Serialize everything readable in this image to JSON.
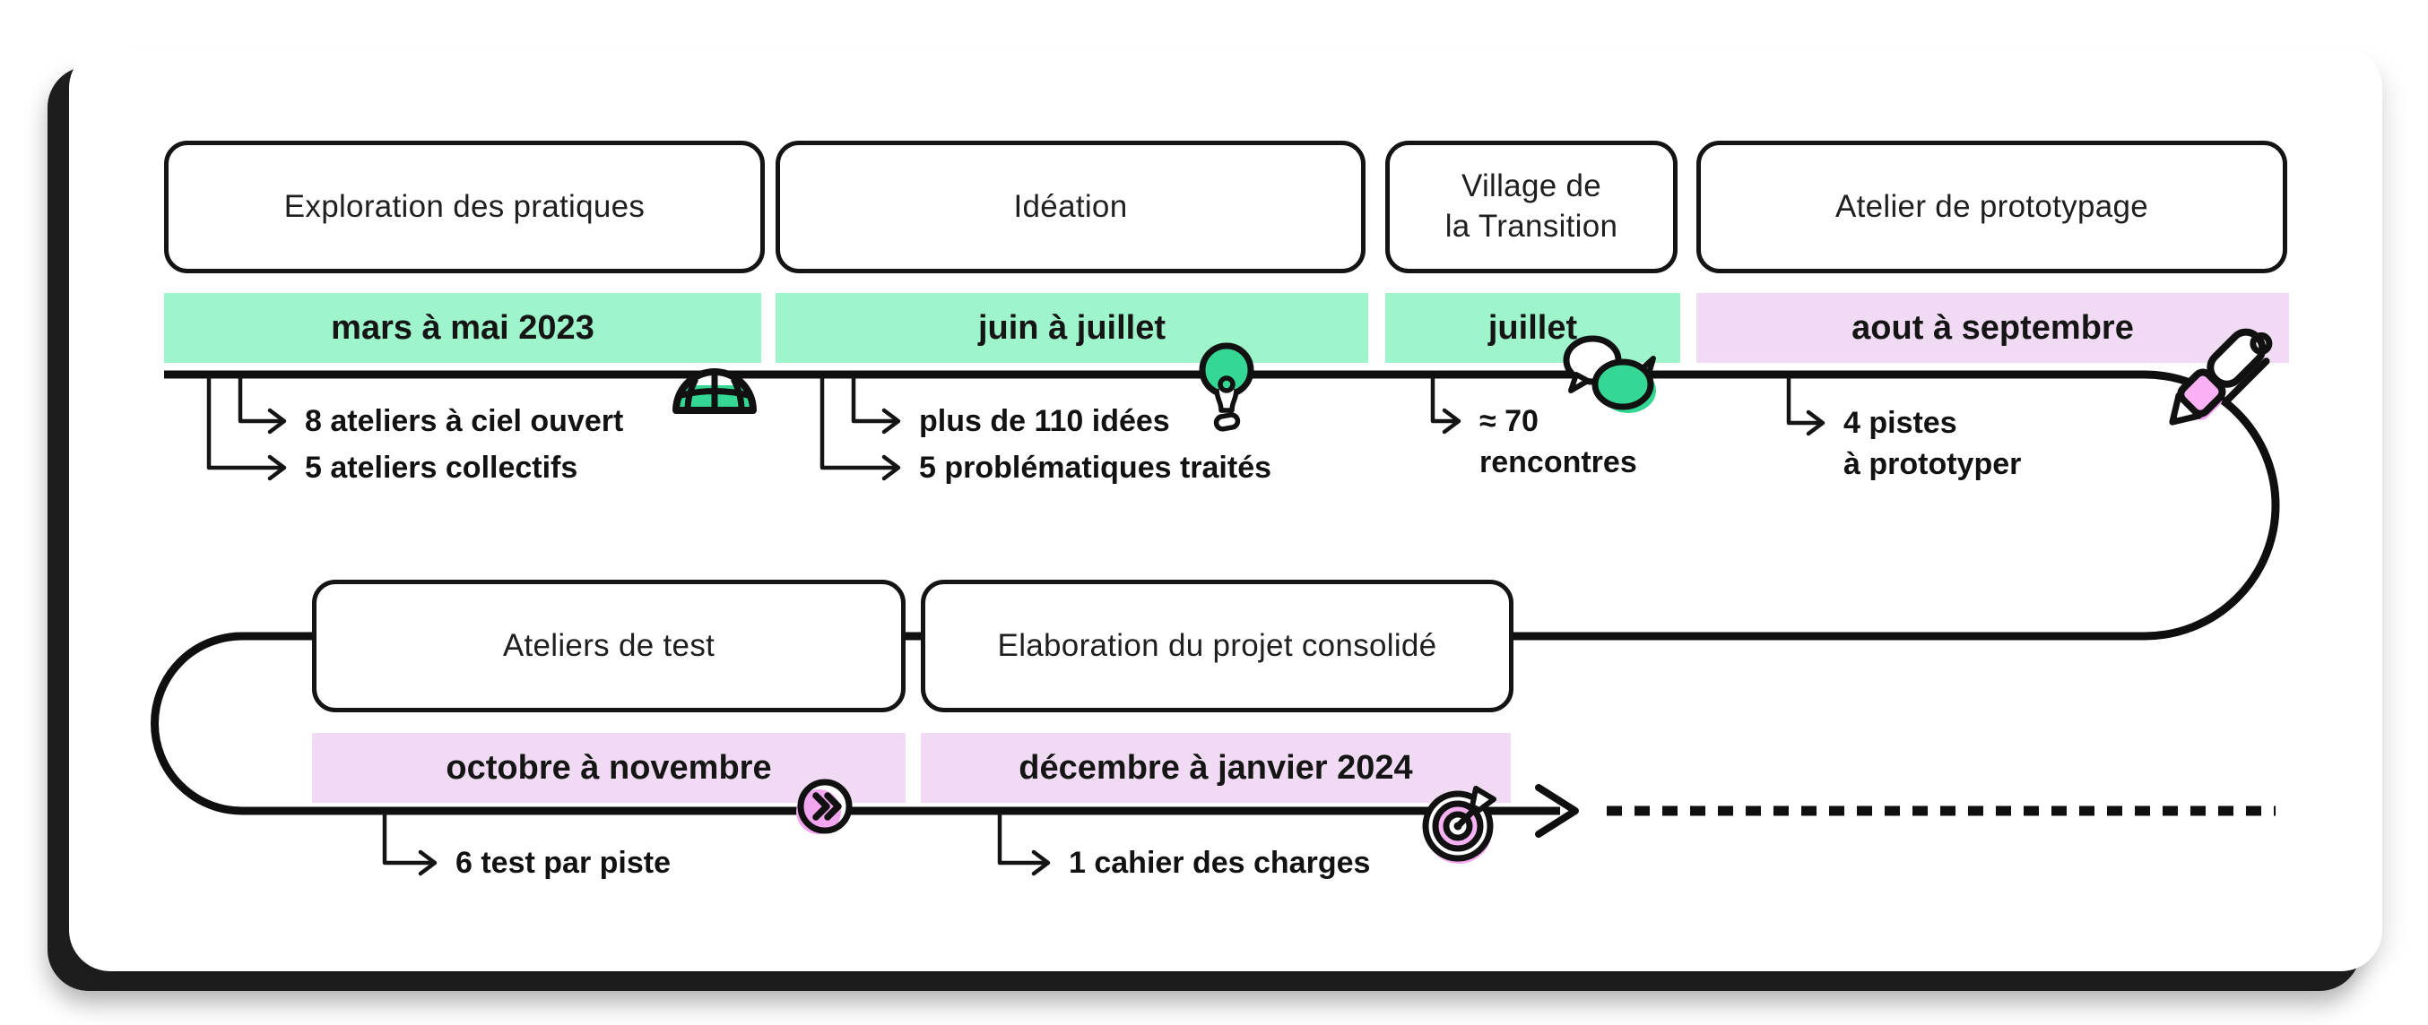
{
  "diagram": {
    "type": "project-timeline-infographic",
    "language": "fr"
  },
  "colors": {
    "mint": "#9FF5CB",
    "mint_dark": "#34D794",
    "lavender": "#F1DBF4",
    "orchid": "#F3A6F0",
    "ink": "#141414",
    "card_shadow": "#1D1D1D",
    "background": "#FFFFFF"
  },
  "phases": [
    {
      "title": "Exploration des pratiques",
      "period": "mars à mai 2023",
      "details": [
        "8 ateliers à ciel ouvert",
        "5 ateliers collectifs"
      ],
      "icon": "globe-dome-icon"
    },
    {
      "title": "Idéation",
      "period": "juin à juillet",
      "details": [
        "plus de 110 idées",
        "5 problématiques traités"
      ],
      "icon": "lightbulb-icon"
    },
    {
      "title": "Village de\nla Transition",
      "period": "juillet",
      "details": [
        "≈ 70\nrencontres"
      ],
      "icon": "chat-bubbles-icon"
    },
    {
      "title": "Atelier de prototypage",
      "period": "aout à septembre",
      "details": [
        "4 pistes\nà prototyper"
      ],
      "icon": "pen-icon"
    },
    {
      "title": "Ateliers de test",
      "period": "octobre à novembre",
      "details": [
        "6 test par piste"
      ],
      "icon": "fast-forward-icon"
    },
    {
      "title": "Elaboration du projet consolidé",
      "period": "décembre à janvier 2024",
      "details": [
        "1 cahier des charges"
      ],
      "icon": "target-icon"
    }
  ],
  "icons": {
    "globe-dome-icon": "wireframe dome globe with mint fill",
    "lightbulb-icon": "round bulb with mint fill, base below",
    "chat-bubbles-icon": "two speech bubbles, white behind, mint in front",
    "pen-icon": "tilted pen with orchid grip",
    "fast-forward-icon": "double chevron in circle with orchid blob",
    "fast_forward_glyph": "»",
    "target-icon": "dartboard with dart flight, orchid rings",
    "arrowhead-icon": "right-pointing chevron at end of timeline",
    "dotted-future-line": "dashed continuation of timeline to the right"
  }
}
